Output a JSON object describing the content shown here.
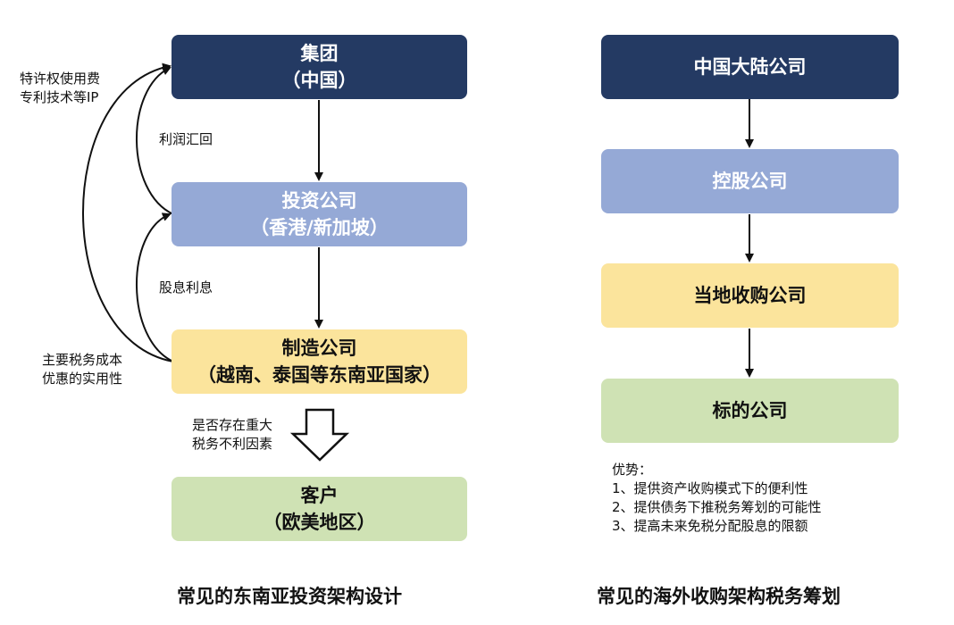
{
  "left_diagram": {
    "group": {
      "line1": "集团",
      "line2": "（中国）"
    },
    "investment": {
      "line1": "投资公司",
      "line2": "（香港/新加坡）"
    },
    "manufacturing": {
      "line1": "制造公司",
      "line2": "（越南、泰国等东南亚国家）"
    },
    "customer": {
      "line1": "客户",
      "line2": "（欧美地区）"
    },
    "label_ip": {
      "line1": "特许权使用费",
      "line2": "专利技术等IP"
    },
    "label_profit": "利润汇回",
    "label_dividend": "股息利息",
    "label_tax_cost": {
      "line1": "主要税务成本",
      "line2": "优惠的实用性"
    },
    "label_risk": {
      "line1": "是否存在重大",
      "line2": "税务不利因素"
    },
    "caption": "常见的东南亚投资架构设计"
  },
  "right_diagram": {
    "mainland": "中国大陆公司",
    "holding": "控股公司",
    "local_acq": "当地收购公司",
    "target": "标的公司",
    "advantages_title": "优势：",
    "advantages": [
      "1、提供资产收购模式下的便利性",
      "2、提供债务下推税务筹划的可能性",
      "3、提高未来免税分配股息的限额"
    ],
    "caption": "常见的海外收购架构税务筹划"
  },
  "colors": {
    "dark_navy": "#243a63",
    "light_blue": "#95a9d6",
    "light_yellow": "#fbe49c",
    "light_green": "#cfe2b4"
  }
}
